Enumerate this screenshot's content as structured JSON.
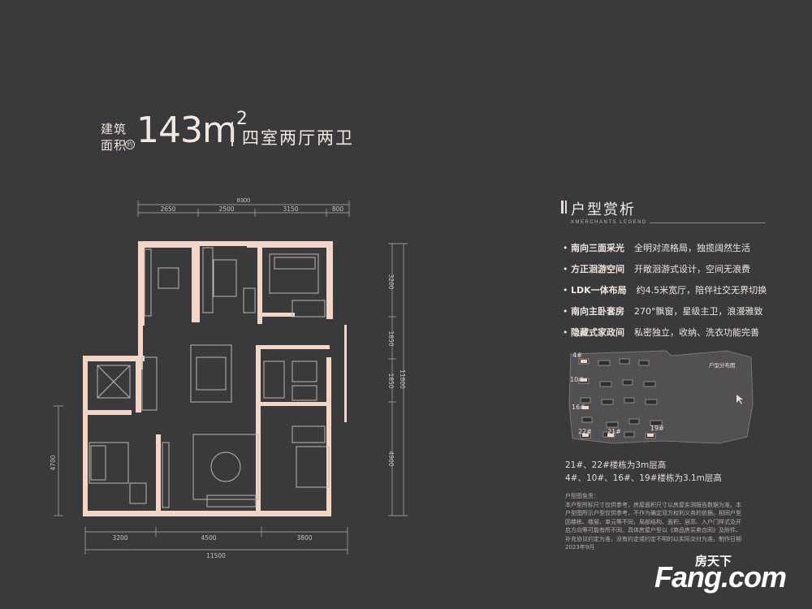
{
  "header": {
    "area_label_line1": "建筑",
    "area_label_line2": "面积",
    "area_prefix": "约",
    "area_value": "143m",
    "area_sup": "2",
    "unit_type": "四室两厅两卫"
  },
  "floorplan": {
    "top_total": "8300",
    "top_segments": [
      "2650",
      "2500",
      "3150",
      "800"
    ],
    "bottom_segments": [
      "3200",
      "4500",
      "3800"
    ],
    "bottom_total": "11500",
    "left_segment": "4700",
    "right_segments": [
      "3200",
      "1850",
      "1850",
      "4900"
    ],
    "right_total": "11800"
  },
  "panel": {
    "title": "户型赏析",
    "subtitle": "XMERCHANTS LEGEND",
    "features": [
      {
        "name": "南向三面采光",
        "desc": "全明对流格局，独揽阔然生活"
      },
      {
        "name": "方正洄游空间",
        "desc": "开敞洄游式设计，空间无浪费"
      },
      {
        "name": "LDK一体布局",
        "desc": "约4.5米宽厅，陪伴社交无界切换"
      },
      {
        "name": "南向主卧套房",
        "desc": "270°飘窗，星级主卫，浪漫雅致"
      },
      {
        "name": "隐藏式家政间",
        "desc": "私密独立，收纳、洗衣功能完善"
      }
    ]
  },
  "site_map": {
    "title": "户型分布图",
    "buildings": [
      "4#",
      "10#",
      "16#",
      "22#",
      "21#",
      "19#"
    ]
  },
  "heights": [
    "21#、22#楼栋为3m层高",
    "4#、10#、16#、19#楼栋为3.1m层高"
  ],
  "disclaimer": {
    "title": "户型图免责：",
    "lines": [
      "本户型所标尺寸仅供参考，房屋面积尺寸以房屋实测报告数据为准。本",
      "户型图所示户型仅供参考，不作为确定双方权利义务的依据。相同户型",
      "因楼栋、楼层、单元等不同，局部结构、面积、层高、入户门样式及开",
      "启方向等可能有所不同。具体房屋户型以《商品房买卖合同》及附件、",
      "补充协议约定为准，没有约定或约定不明的以实际交付为准。制作日期",
      "2023年9月"
    ]
  },
  "watermark": {
    "brand_cn": "房天下",
    "brand_en": "Fang.com"
  },
  "colors": {
    "background": "#3a393b",
    "wall": "#f2d7c8",
    "furniture": "#bdb6b1",
    "text": "#f0e6df"
  }
}
